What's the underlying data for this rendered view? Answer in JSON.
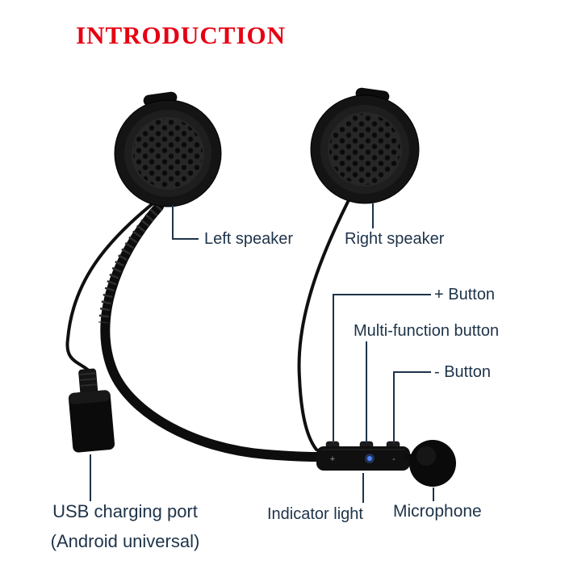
{
  "title": "INTRODUCTION",
  "colors": {
    "background": "#ffffff",
    "title_red": "#e60012",
    "label_text": "#1e3349",
    "callout_line": "#1e3349",
    "device_black": "#141414",
    "led_blue": "#4a86ff"
  },
  "labels": {
    "left_speaker": "Left speaker",
    "right_speaker": "Right speaker",
    "plus_button": "+ Button",
    "multi_function_button": "Multi-function button",
    "minus_button": "- Button",
    "usb_charging_port": "USB charging port",
    "usb_charging_port_note": "(Android universal)",
    "indicator_light": "Indicator light",
    "microphone": "Microphone"
  },
  "device_markings": {
    "plus": "+",
    "minus": "-"
  }
}
